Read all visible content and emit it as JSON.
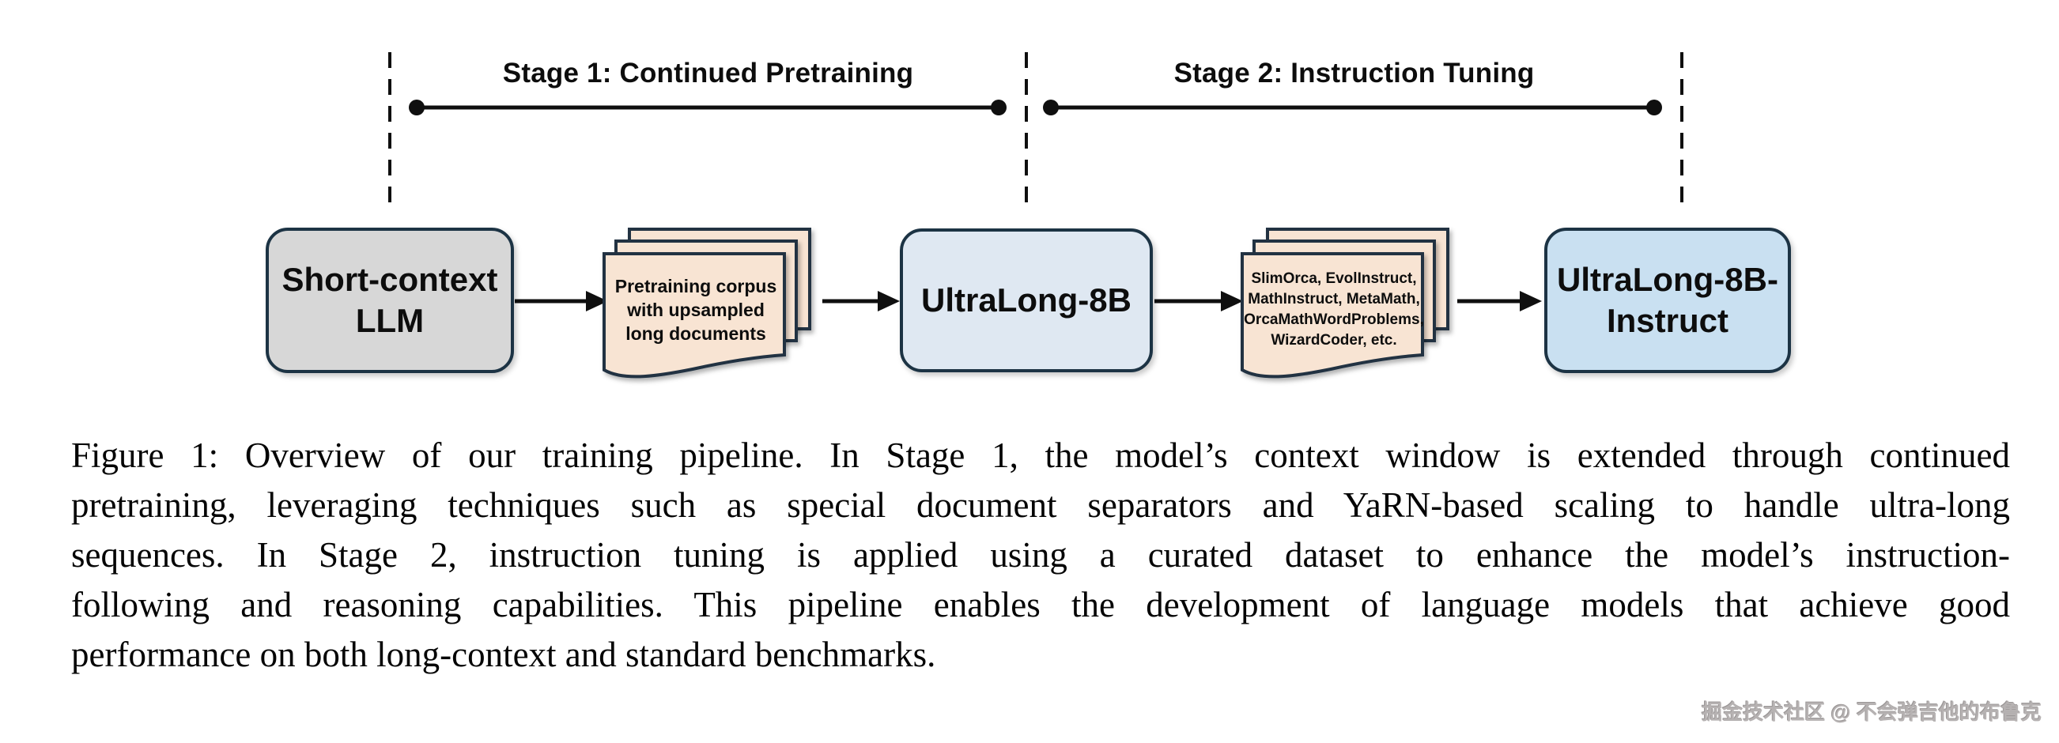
{
  "figure": {
    "stages": [
      {
        "label": "Stage 1: Continued Pretraining"
      },
      {
        "label": "Stage 2: Instruction Tuning"
      }
    ],
    "nodes": {
      "short_context_llm": {
        "lines": [
          "Short-context",
          "LLM"
        ]
      },
      "pretraining_corpus": {
        "lines": [
          "Pretraining corpus",
          "with upsampled",
          "long documents"
        ]
      },
      "ultralong_8b": {
        "label": "UltraLong-8B"
      },
      "instruction_datasets": {
        "lines": [
          "SlimOrca, EvolInstruct,",
          "MathInstruct, MetaMath,",
          "OrcaMathWordProblems,",
          "WizardCoder, etc."
        ]
      },
      "ultralong_8b_instruct": {
        "lines": [
          "UltraLong-8B-",
          "Instruct"
        ]
      }
    },
    "colors": {
      "box_border": "#1c3344",
      "gray_box_fill": "#d7d7d7",
      "blue_box_fill": "#dfe8f2",
      "blue_box2_fill": "#c9e0f1",
      "document_fill": "#f8e4d3",
      "document_border": "#203243",
      "line_color": "#0f0f0f"
    }
  },
  "caption": {
    "lines": [
      "Figure 1: Overview of our training pipeline. In Stage 1, the model’s context window is extended through continued",
      "pretraining, leveraging techniques such as special document separators and YaRN-based scaling to handle ultra-long",
      "sequences. In Stage 2, instruction tuning is applied using a curated dataset to enhance the model’s instruction-",
      "following and reasoning capabilities. This pipeline enables the development of language models that achieve good",
      "performance on both long-context and standard benchmarks."
    ]
  },
  "watermark": {
    "text": "掘金技术社区 @ 不会弹吉他的布鲁克"
  }
}
